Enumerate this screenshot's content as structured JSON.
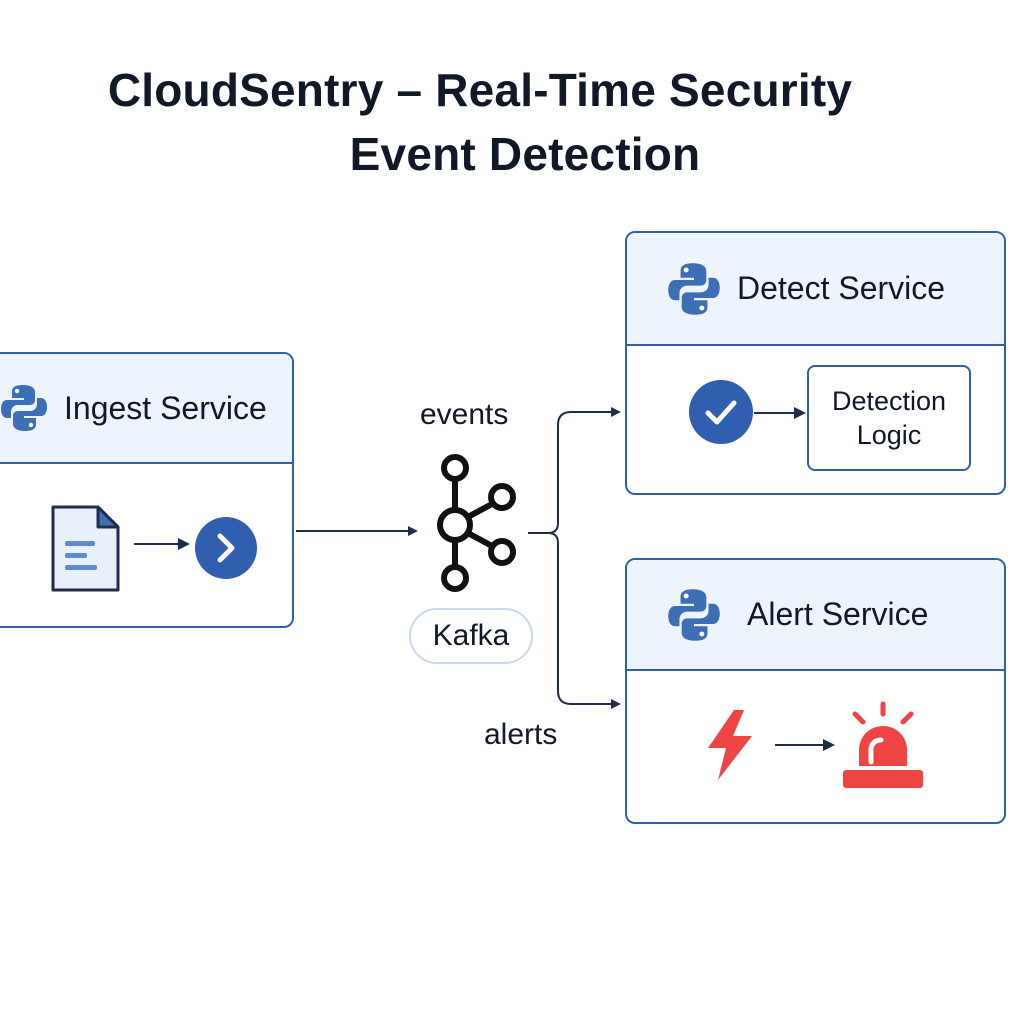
{
  "title": {
    "line1": "CloudSentry – Real-Time Security",
    "line2": "Event Detection"
  },
  "services": {
    "ingest": {
      "label": "Ingest Service",
      "icons": [
        "python-icon",
        "document-icon",
        "chevron-right-icon"
      ]
    },
    "detect": {
      "label": "Detect Service",
      "icons": [
        "python-icon",
        "checkmark-icon"
      ],
      "logic_line1": "Detection",
      "logic_line2": "Logic"
    },
    "alert": {
      "label": "Alert Service",
      "icons": [
        "python-icon",
        "lightning-icon",
        "siren-icon"
      ]
    }
  },
  "broker": {
    "label": "Kafka",
    "icon": "kafka-icon"
  },
  "flows": {
    "events": "events",
    "alerts": "alerts"
  },
  "colors": {
    "primary_blue": "#2f5fae",
    "header_fill": "#eef4fd",
    "python_blue": "#3d6fb6",
    "alert_red": "#ef4444",
    "arrow": "#1f2d4d",
    "text": "#111827"
  }
}
